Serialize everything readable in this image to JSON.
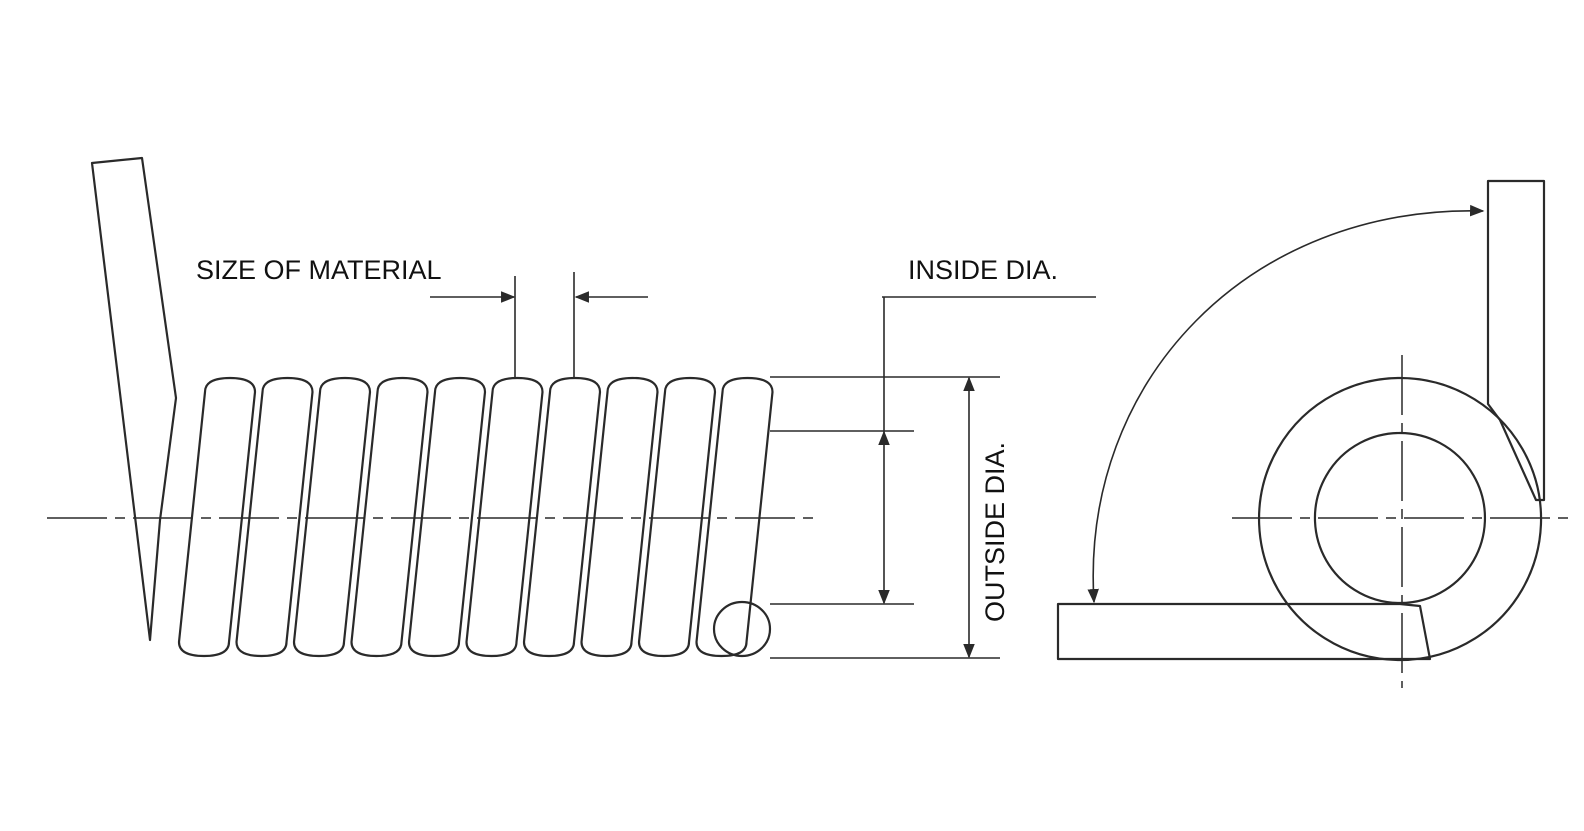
{
  "labels": {
    "size_of_material": "SIZE OF MATERIAL",
    "inside_dia": "INSIDE DIA.",
    "outside_dia": "OUTSIDE DIA."
  },
  "colors": {
    "ink": "#2a2a2a",
    "paper": "#ffffff"
  },
  "coil_count": 10
}
